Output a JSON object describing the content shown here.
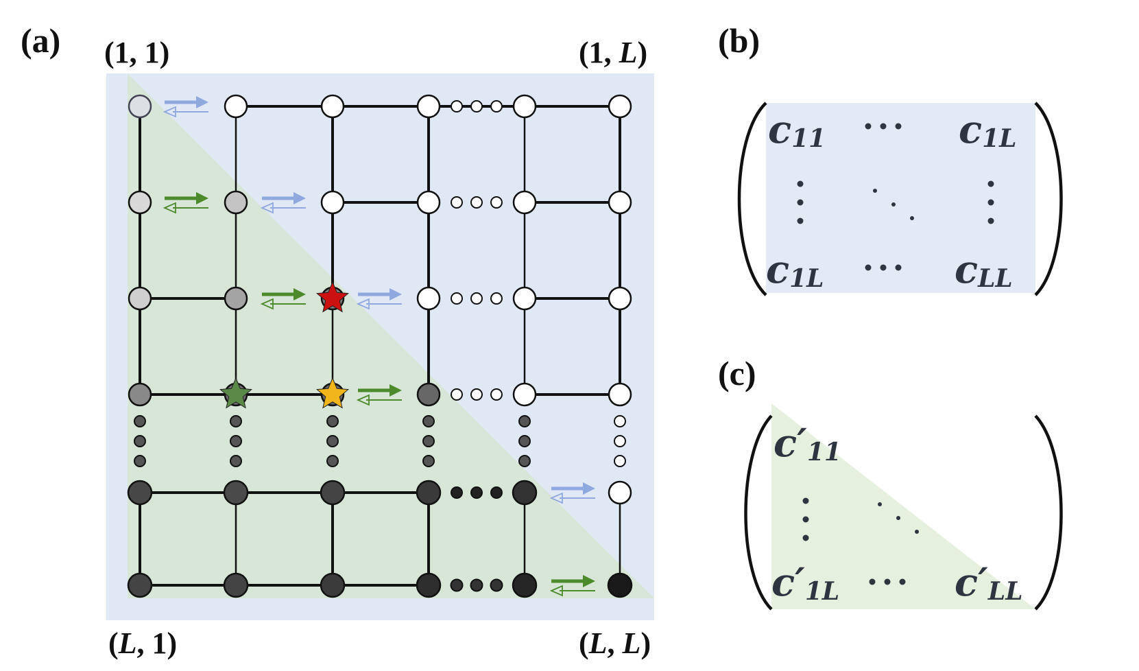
{
  "panels": {
    "a": "(a)",
    "b": "(b)",
    "c": "(c)"
  },
  "corners": {
    "top_left": {
      "open": "(1, 1)",
      "rest": ""
    },
    "top_right": {
      "open": "(1, ",
      "italic": "L",
      "close": ")"
    },
    "bottom_left": {
      "open": "(",
      "italic": "L",
      "close": ", 1)"
    },
    "bottom_right": {
      "open": "(",
      "italic1": "L",
      "mid": ", ",
      "italic2": "L",
      "close": ")"
    }
  },
  "matrix_b": {
    "top_left": {
      "base": "c",
      "sub": "11"
    },
    "top_right": {
      "base": "c",
      "sub": "1L"
    },
    "bottom_left": {
      "base": "c",
      "sub": "1L"
    },
    "bottom_right": {
      "base": "c",
      "sub": "LL"
    }
  },
  "matrix_c": {
    "top_left": {
      "base": "c′",
      "sub": "11"
    },
    "bottom_left": {
      "base": "c′",
      "sub": "1L"
    },
    "bottom_right": {
      "base": "c′",
      "sub": "LL"
    }
  },
  "colors": {
    "blue_region": "#e1e8f5",
    "green_region": "#d8e6d8",
    "matrix_b_bg": "#e3eaf6",
    "matrix_c_bg": "#e6f0de",
    "arrow_blue": "#8fa9de",
    "arrow_green": "#4d8a2c",
    "star_red": "#cc1111",
    "star_green": "#5b8a48",
    "star_yellow": "#f2b51a"
  },
  "icons": {
    "star_red": "star-icon",
    "star_green": "star-icon",
    "star_yellow": "star-icon",
    "exchange_arrow": "exchange-arrows-icon"
  }
}
